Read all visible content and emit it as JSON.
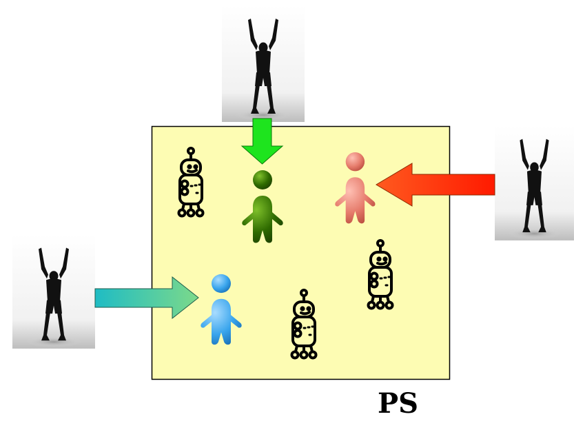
{
  "diagram": {
    "label": "PS",
    "colors": {
      "space_fill": "#fdfcb3",
      "space_stroke": "#000000",
      "arrow_top": "#1ee41e",
      "arrow_right_start": "#ff1a00",
      "arrow_right_end": "#ff5a1f",
      "arrow_left_start": "#1fbcc4",
      "arrow_left_end": "#7cd98a",
      "avatar_green": "#2e6a00",
      "avatar_salmon": "#e57a6a",
      "avatar_blue": "#38a4ec",
      "robot": "#000000"
    },
    "people": [
      "person-silhouette-top",
      "person-silhouette-right",
      "person-silhouette-left"
    ],
    "avatars": [
      "avatar-green",
      "avatar-salmon",
      "avatar-blue"
    ],
    "robots": [
      "robot-icon-1",
      "robot-icon-2",
      "robot-icon-3"
    ]
  }
}
